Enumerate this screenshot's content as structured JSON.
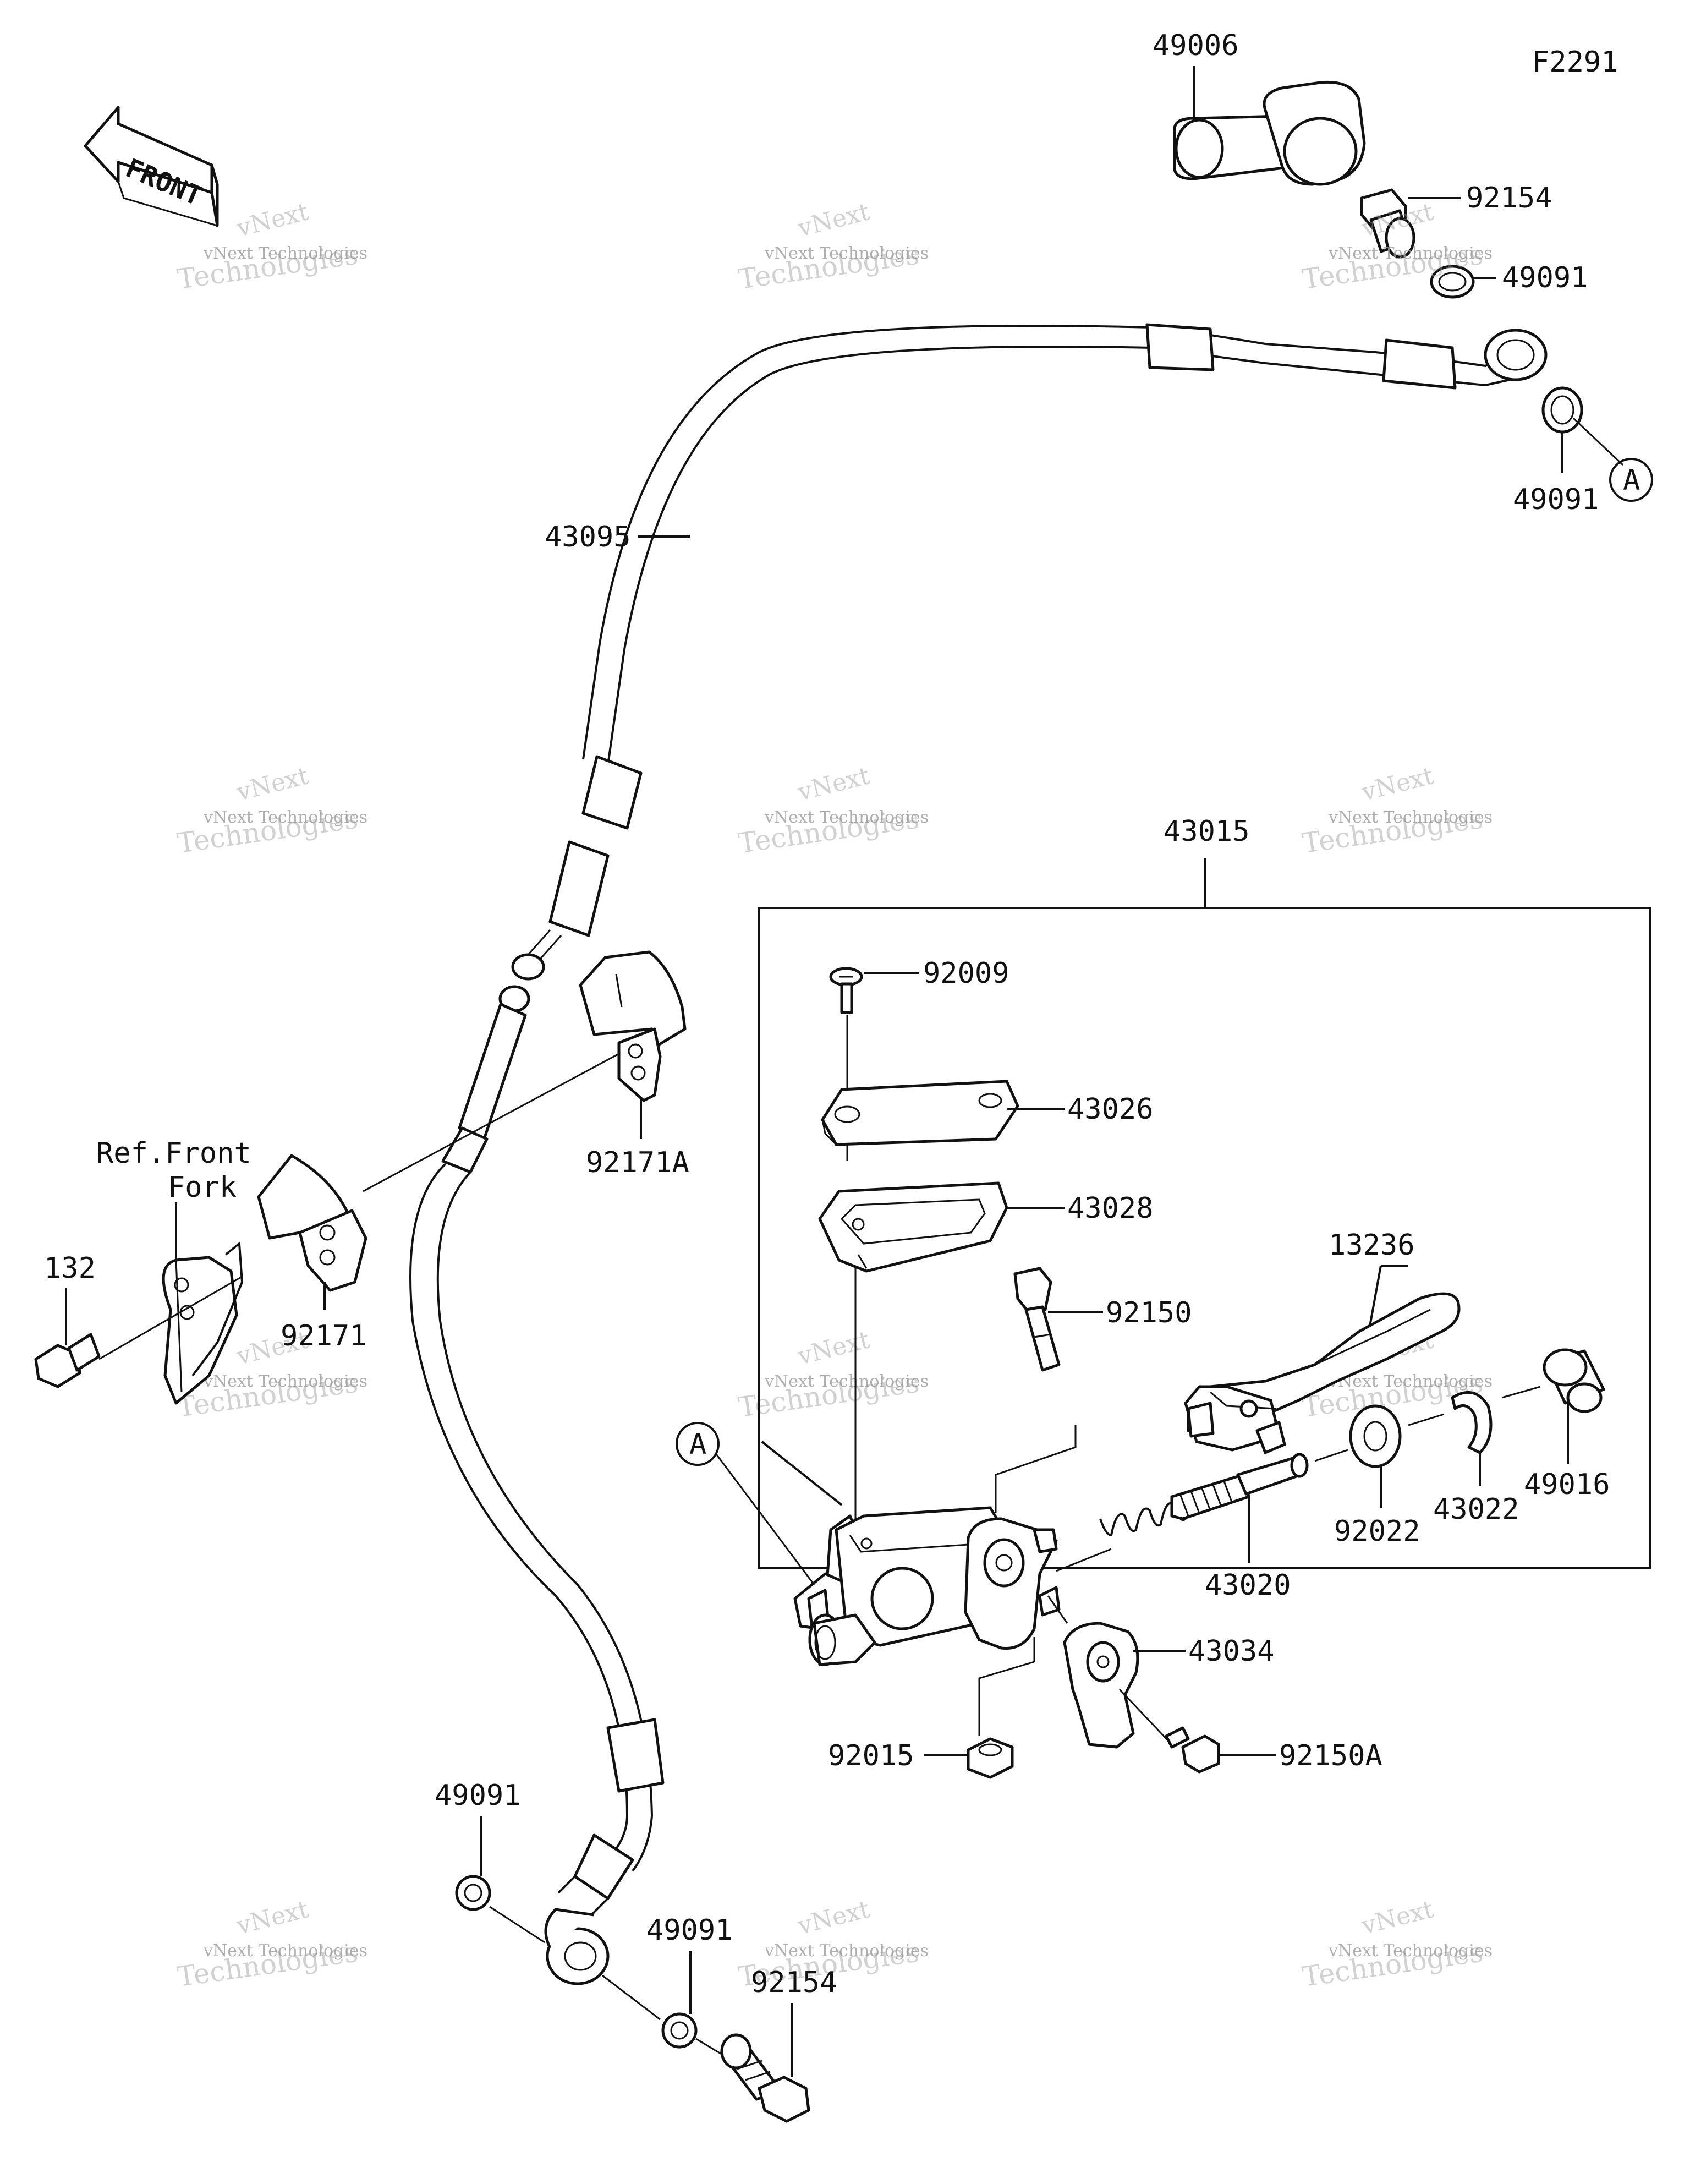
{
  "figure_code": "F2291",
  "direction_label": "FRONT",
  "reference_label_line1": "Ref.Front",
  "reference_label_line2": "Fork",
  "callout_letter": "A",
  "watermark": {
    "line1": "vNext",
    "line2": "vNext Technologies",
    "line3": "Technologies"
  },
  "parts": {
    "p49006": "49006",
    "p92154_top": "92154",
    "p49091_top": "49091",
    "p49091_right": "49091",
    "p43095": "43095",
    "p43015": "43015",
    "p92009": "92009",
    "p43026": "43026",
    "p43028": "43028",
    "p92150": "92150",
    "p13236": "13236",
    "p92171A": "92171A",
    "p92171": "92171",
    "p132": "132",
    "p49016": "49016",
    "p43022": "43022",
    "p92022": "92022",
    "p43020": "43020",
    "p43034": "43034",
    "p92015": "92015",
    "p92150A": "92150A",
    "p49091_bl": "49091",
    "p49091_bm": "49091",
    "p92154_bot": "92154"
  }
}
